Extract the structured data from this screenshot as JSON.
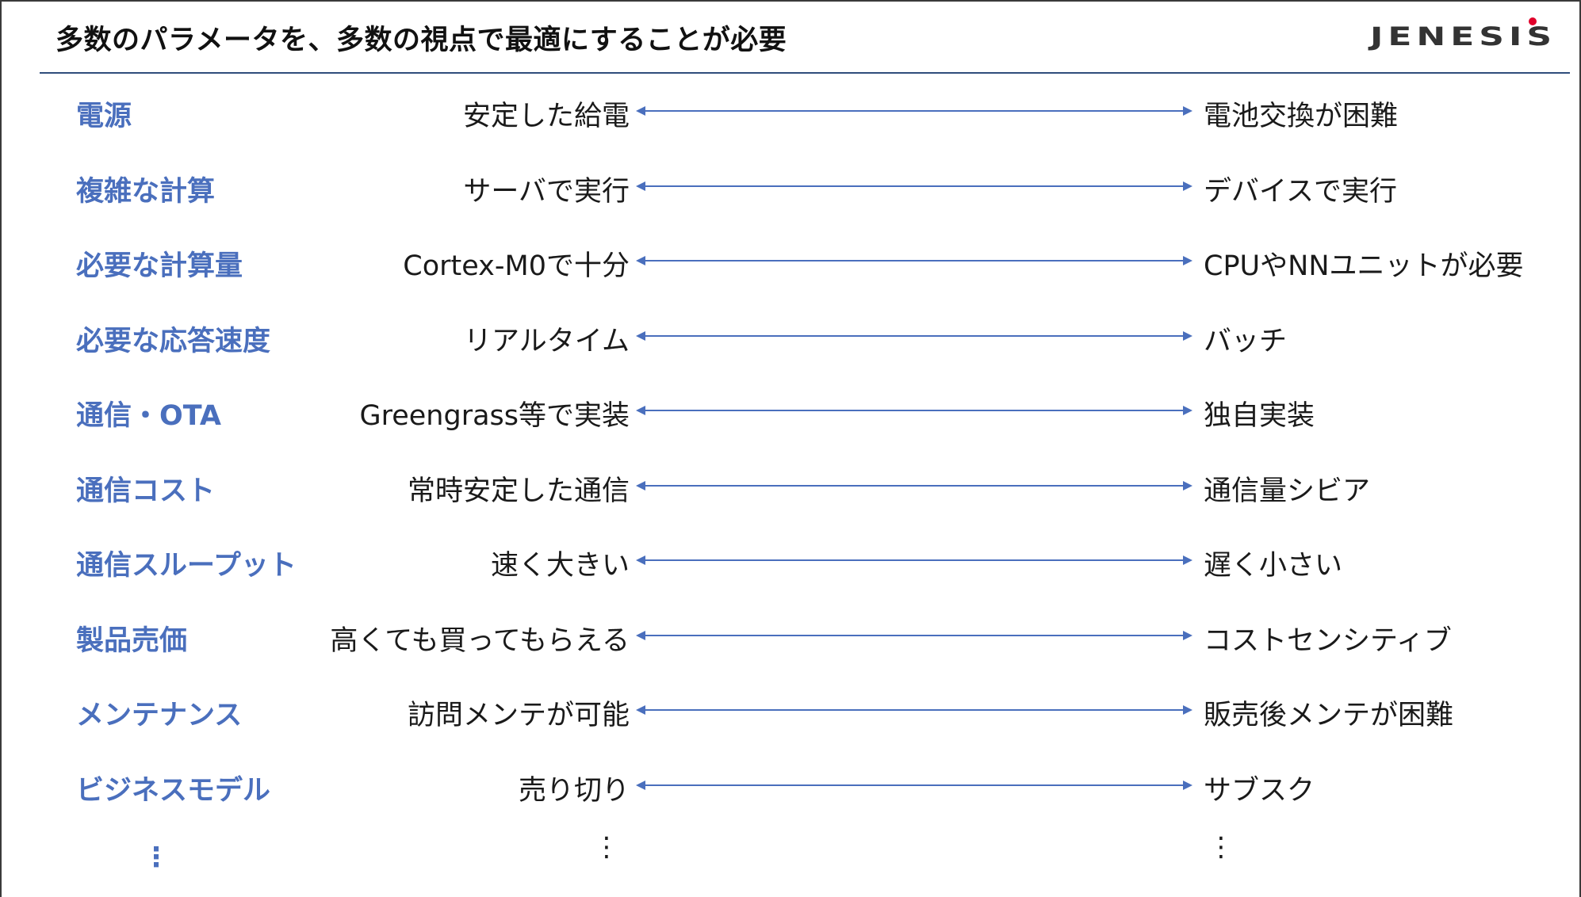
{
  "slide": {
    "title": "多数のパラメータを、多数の視点で最適にすることが必要",
    "logo": "JENESIS",
    "accent_color": "#4a6fbd",
    "rule_color": "#2f4d7c",
    "logo_dot_color": "#e0002a"
  },
  "rows": [
    {
      "label": "電源",
      "left": "安定した給電",
      "right": "電池交換が困難"
    },
    {
      "label": "複雑な計算",
      "left": "サーバで実行",
      "right": "デバイスで実行"
    },
    {
      "label": "必要な計算量",
      "left": "Cortex-M0で十分",
      "right": "CPUやNNユニットが必要"
    },
    {
      "label": "必要な応答速度",
      "left": "リアルタイム",
      "right": "バッチ"
    },
    {
      "label": "通信・OTA",
      "left": "Greengrass等で実装",
      "right": "独自実装"
    },
    {
      "label": "通信コスト",
      "left": "常時安定した通信",
      "right": "通信量シビア"
    },
    {
      "label": "通信スループット",
      "left": "速く大きい",
      "right": "遅く小さい"
    },
    {
      "label": "製品売価",
      "left": "高くても買ってもらえる",
      "right": "コストセンシティブ"
    },
    {
      "label": "メンテナンス",
      "left": "訪問メンテが可能",
      "right": "販売後メンテが困難"
    },
    {
      "label": "ビジネスモデル",
      "left": "売り切り",
      "right": "サブスク"
    }
  ],
  "continuation": {
    "label": "⋮",
    "left": "⋮",
    "right": "⋮"
  }
}
